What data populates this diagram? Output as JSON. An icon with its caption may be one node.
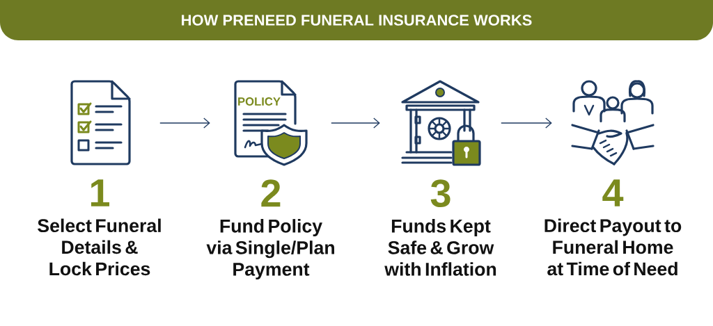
{
  "diagram": {
    "title": "HOW PRENEED FUNERAL INSURANCE WORKS",
    "nodes": [
      {
        "text": [],
        "shape": "picture"
      },
      {
        "text": [],
        "shape": "picture"
      },
      {
        "text": [],
        "shape": "picture"
      },
      {
        "text": [],
        "shape": "picture"
      },
      {
        "text": [
          "1",
          "Select Funeral Details & Lock Prices"
        ]
      },
      {
        "text": [
          "2",
          "Fund Policy via Single/Plan Payment"
        ]
      },
      {
        "text": [
          "3",
          "Funds Kept Safe & Grow with Inflation"
        ]
      },
      {
        "text": [
          "4",
          "Direct Payout to Funeral Home at Time of Need"
        ]
      }
    ],
    "edges": [
      {
        "from": 0,
        "to": 1,
        "arrow": "to"
      },
      {
        "from": 1,
        "to": 2,
        "arrow": "to"
      },
      {
        "from": 2,
        "to": 3,
        "arrow": "to"
      }
    ],
    "labels": [
      "POLICY"
    ]
  }
}
